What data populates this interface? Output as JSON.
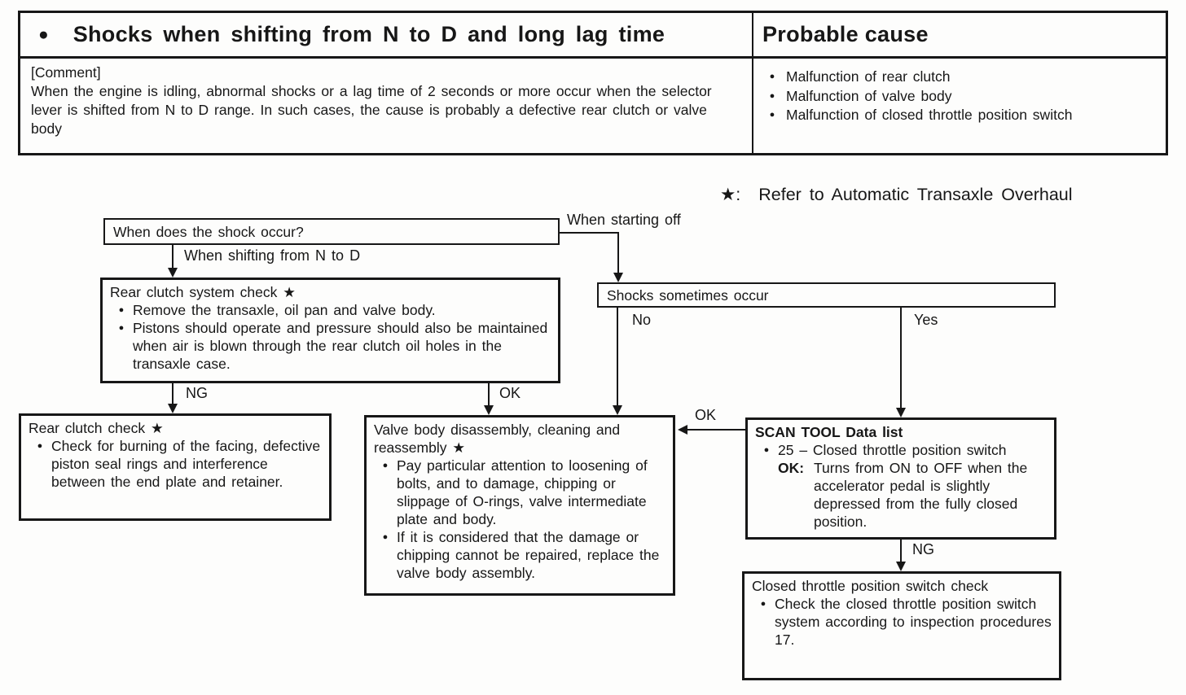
{
  "document": {
    "symptom_table": {
      "symptom": {
        "title": "Shocks when shifting from N to D and long lag time",
        "comment_label": "[Comment]",
        "comment_body": "When the engine is idling, abnormal shocks or a lag time of 2 seconds or more occur when the selector lever is shifted from N to D range.  In such cases, the cause is probably a defective rear clutch or valve body"
      },
      "probable_cause": {
        "title": "Probable cause",
        "items": [
          "Malfunction of rear clutch",
          "Malfunction of valve body",
          "Malfunction of closed throttle position switch"
        ]
      }
    },
    "footnote": {
      "symbol": "★:",
      "text": "Refer to Automatic Transaxle Overhaul"
    }
  },
  "glyphs": {
    "bullet": "●"
  },
  "flowchart": {
    "when_shock_occur_box": {
      "text": "When does the shock occur?"
    },
    "labels": {
      "when_shifting": "When shifting from N to D",
      "when_starting_off": "When starting off",
      "no": "No",
      "yes": "Yes",
      "ng_rear_clutch": "NG",
      "ok_rear_clutch": "OK",
      "ok_scan_tool": "OK",
      "ng_scan_tool": "NG"
    },
    "rear_clutch_system_check_box": {
      "title": "Rear clutch system check ★",
      "bullets": [
        "Remove the transaxle, oil pan and valve body.",
        "Pistons should operate and pressure should also be maintained when air is blown through the rear clutch oil holes in the transaxle case."
      ]
    },
    "shocks_sometimes_occur_box": {
      "text": "Shocks sometimes occur"
    },
    "rear_clutch_check_box": {
      "title": "Rear clutch check ★",
      "bullets": [
        "Check for burning of the facing, defective piston seal rings and interference between the end plate and retainer."
      ]
    },
    "valve_body_box": {
      "title": "Valve body disassembly, cleaning and reassembly ★",
      "bullets": [
        "Pay particular attention to loosening of bolts, and to damage, chipping or slippage of O-rings, valve intermediate plate and body.",
        "If it is considered that the damage or chipping cannot be repaired, replace the valve body assembly."
      ]
    },
    "scan_tool_box": {
      "title": "SCAN TOOL Data list",
      "item": "25 – Closed throttle position switch",
      "ok_label": "OK:",
      "ok_text": "Turns from ON to OFF when the accelerator pedal is slightly depressed from the fully closed position."
    },
    "closed_throttle_box": {
      "title": "Closed throttle position switch check",
      "bullets": [
        "Check the closed throttle position switch system according to inspection procedures 17."
      ]
    }
  }
}
